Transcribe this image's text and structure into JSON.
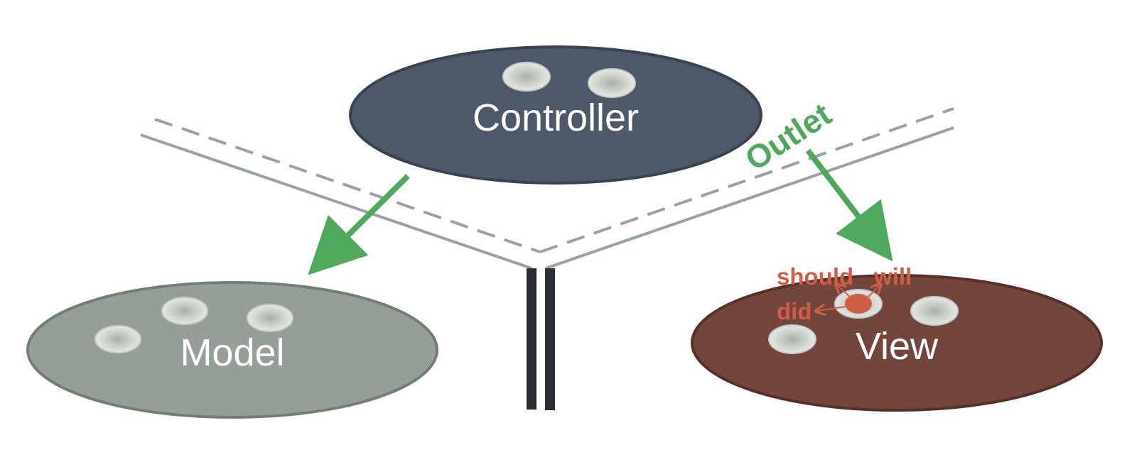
{
  "diagram": {
    "controller": {
      "label": "Controller",
      "fill": "#4d5968"
    },
    "model": {
      "label": "Model",
      "fill": "#959f97"
    },
    "view": {
      "label": "View",
      "fill": "#72463d"
    },
    "outlet": {
      "label": "Outlet",
      "color": "#4fa95d"
    },
    "delegate": {
      "labels": {
        "should": "should",
        "will": "will",
        "did": "did"
      },
      "color": "#d05e46"
    },
    "boundary_color": "#97a39b",
    "wall_color": "#2a2d36"
  }
}
